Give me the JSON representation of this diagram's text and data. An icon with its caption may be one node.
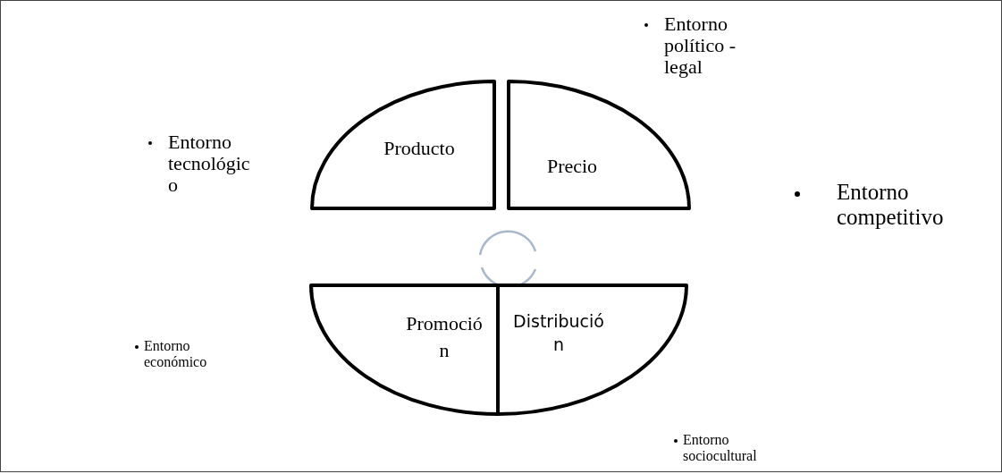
{
  "diagram": {
    "nodes": [
      {
        "text": [
          "Producto"
        ]
      },
      {
        "text": [
          "Precio"
        ]
      },
      {
        "text": [
          "Promoción"
        ]
      },
      {
        "text": [
          "Distribución"
        ]
      }
    ],
    "labels": [
      "Entorno tecnológico",
      "Entorno político - legal",
      "Entorno competitivo",
      "Entorno económico",
      "Entorno sociocultural"
    ]
  }
}
